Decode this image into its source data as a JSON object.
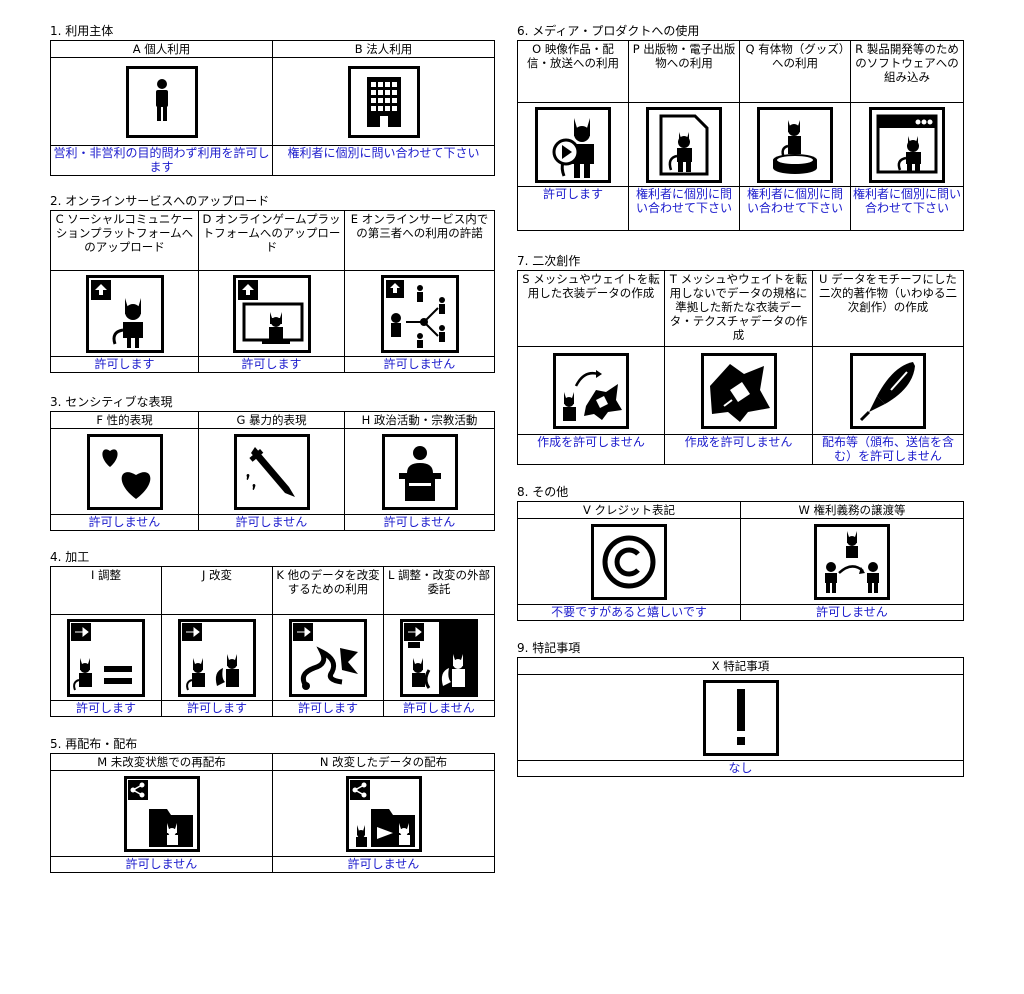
{
  "sections": [
    {
      "title": "1. 利用主体",
      "cells": [
        {
          "head": "A 個人利用",
          "icon": "person-icon",
          "status": "営利・非営利の目的問わず利用を許可します"
        },
        {
          "head": "B 法人利用",
          "icon": "building-icon",
          "status": "権利者に個別に問い合わせて下さい"
        }
      ]
    },
    {
      "title": "2. オンラインサービスへのアップロード",
      "cells": [
        {
          "head": "C ソーシャルコミュニケーションプラットフォームへのアップロード",
          "icon": "upload-avatar-icon",
          "status": "許可します"
        },
        {
          "head": "D オンラインゲームプラットフォームへのアップロード",
          "icon": "upload-game-icon",
          "status": "許可します"
        },
        {
          "head": "E オンラインサービス内での第三者への利用の許諾",
          "icon": "upload-share-icon",
          "status": "許可しません"
        }
      ]
    },
    {
      "title": "3. センシティブな表現",
      "cells": [
        {
          "head": "F 性的表現",
          "icon": "hearts-icon",
          "status": "許可しません"
        },
        {
          "head": "G 暴力的表現",
          "icon": "knife-icon",
          "status": "許可しません"
        },
        {
          "head": "H 政治活動・宗教活動",
          "icon": "podium-icon",
          "status": "許可しません"
        }
      ]
    },
    {
      "title": "4. 加工",
      "cells": [
        {
          "head": "I 調整",
          "icon": "adjust-icon",
          "status": "許可します"
        },
        {
          "head": "J 改変",
          "icon": "modify-icon",
          "status": "許可します"
        },
        {
          "head": "K 他のデータを改変するための利用",
          "icon": "modify-other-icon",
          "status": "許可します"
        },
        {
          "head": "L 調整・改変の外部委託",
          "icon": "outsource-icon",
          "status": "許可しません"
        }
      ]
    },
    {
      "title": "5. 再配布・配布",
      "cells": [
        {
          "head": "M 未改変状態での再配布",
          "icon": "redistribute-icon",
          "status": "許可しません"
        },
        {
          "head": "N 改変したデータの配布",
          "icon": "distribute-modified-icon",
          "status": "許可しません"
        }
      ]
    },
    {
      "title": "6. メディア・プロダクトへの使用",
      "cells": [
        {
          "head": "O 映像作品・配信・放送への利用",
          "icon": "video-icon",
          "status": "許可します"
        },
        {
          "head": "P 出版物・電子出版物への利用",
          "icon": "publication-icon",
          "status": "権利者に個別に問い合わせて下さい"
        },
        {
          "head": "Q 有体物（グッズ）への利用",
          "icon": "goods-icon",
          "status": "権利者に個別に問い合わせて下さい"
        },
        {
          "head": "R 製品開発等のためのソフトウェアへの組み込み",
          "icon": "software-icon",
          "status": "権利者に個別に問い合わせて下さい"
        }
      ]
    },
    {
      "title": "7. 二次創作",
      "cells": [
        {
          "head": "S メッシュやウェイトを転用した衣装データの作成",
          "icon": "costume-icon",
          "status": "作成を許可しません"
        },
        {
          "head": "T メッシュやウェイトを転用しないでデータの規格に準拠した新たな衣装データ・テクスチャデータの作成",
          "icon": "new-costume-icon",
          "status": "作成を許可しません"
        },
        {
          "head": "U データをモチーフにした二次的著作物（いわゆる二次創作）の作成",
          "icon": "pen-icon",
          "status": "配布等（頒布、送信を含む）を許可しません"
        }
      ]
    },
    {
      "title": "8. その他",
      "cells": [
        {
          "head": "V クレジット表記",
          "icon": "copyright-icon",
          "status": "不要ですがあると嬉しいです"
        },
        {
          "head": "W 権利義務の譲渡等",
          "icon": "transfer-icon",
          "status": "許可しません"
        }
      ]
    },
    {
      "title": "9. 特記事項",
      "cells": [
        {
          "head": "X 特記事項",
          "icon": "exclamation-icon",
          "status": "なし"
        }
      ]
    }
  ]
}
